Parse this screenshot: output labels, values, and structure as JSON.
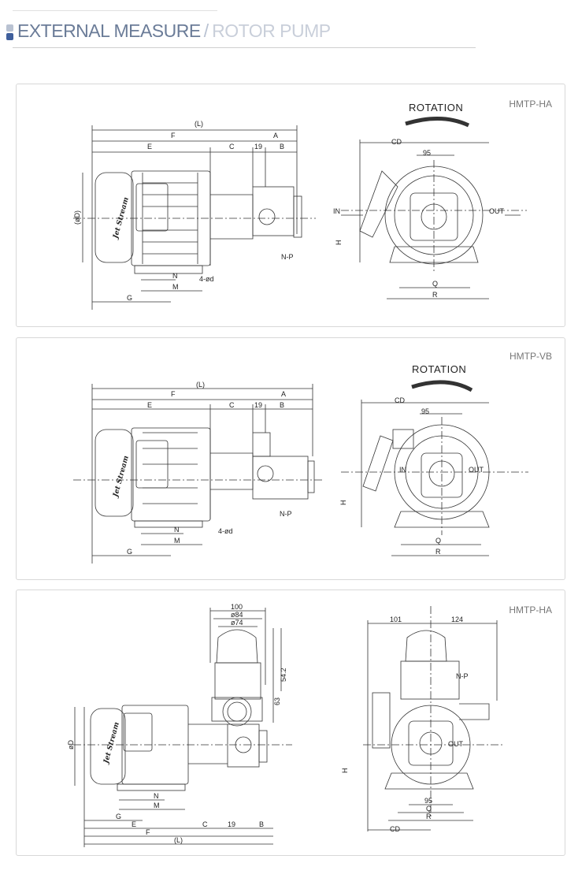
{
  "header": {
    "title_main": "EXTERNAL MEASURE",
    "separator": "/",
    "title_sub": "ROTOR PUMP",
    "bullet_colors": [
      "#b9c2d2",
      "#3f5f9c"
    ]
  },
  "panels": [
    {
      "model": "HMTP-HA",
      "rotation_label": "ROTATION",
      "logo": "Jet Stream",
      "side_dims": {
        "L": "(L)",
        "F": "F",
        "A": "A",
        "E": "E",
        "C": "C",
        "d19": "19",
        "B": "B",
        "D": "(øD)",
        "NP": "N-P",
        "N": "N",
        "M": "M",
        "G": "G",
        "holes": "4-ød"
      },
      "front_dims": {
        "CD": "CD",
        "d95": "95",
        "IN": "IN",
        "OUT": "OUT",
        "H": "H",
        "Q": "Q",
        "R": "R"
      }
    },
    {
      "model": "HMTP-VB",
      "rotation_label": "ROTATION",
      "logo": "Jet Stream",
      "side_dims": {
        "L": "(L)",
        "F": "F",
        "A": "A",
        "E": "E",
        "C": "C",
        "d19": "19",
        "B": "B",
        "NP": "N-P",
        "N": "N",
        "M": "M",
        "G": "G",
        "holes": "4-ød"
      },
      "front_dims": {
        "CD": "CD",
        "d95": "95",
        "IN": "IN",
        "OUT": "OUT",
        "H": "H",
        "Q": "Q",
        "R": "R"
      }
    },
    {
      "model": "HMTP-HA",
      "logo": "Jet Stream",
      "side_dims": {
        "d100": "100",
        "d84": "ø84",
        "d74": "ø74",
        "d54": "54.2",
        "d63": "63",
        "D": "øD",
        "N": "N",
        "M": "M",
        "G": "G",
        "E": "E",
        "C": "C",
        "d19": "19",
        "B": "B",
        "F": "F",
        "L": "(L)"
      },
      "front_dims": {
        "d101": "101",
        "d124": "124",
        "NP": "N-P",
        "H": "H",
        "d95": "95",
        "Q": "Q",
        "R": "R",
        "CD": "CD",
        "OUT": "OUT"
      }
    }
  ]
}
